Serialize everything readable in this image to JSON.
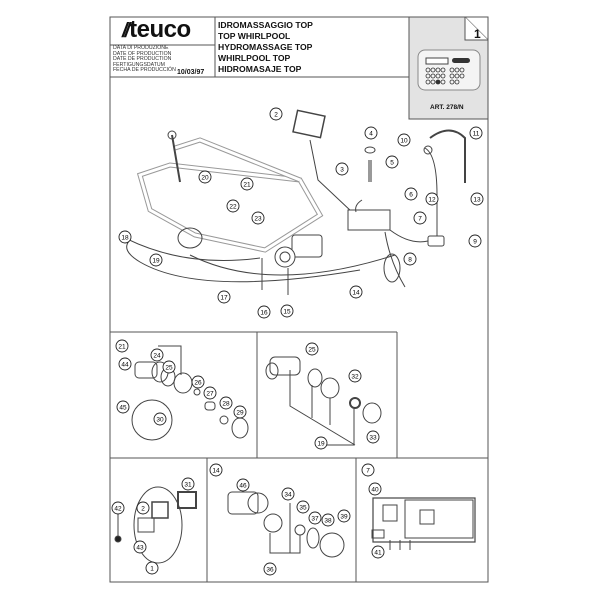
{
  "header": {
    "brand": "teuco",
    "production_date_labels": [
      "DATA DI PRODUZIONE",
      "DATE OF PRODUCTION",
      "DATE DE PRODUCTION",
      "FERTIGUNGSDATUM",
      "FECHA DE PRODUCCIÓN"
    ],
    "production_date": "10/03/97",
    "titles": [
      "IDROMASSAGGIO TOP",
      "TOP WHIRLPOOL",
      "HYDROMASSAGE TOP",
      "WHIRLPOOL TOP",
      "HIDROMASAJE TOP"
    ],
    "page_number": "1",
    "article": "ART. 278/N"
  },
  "callouts": {
    "main": [
      "2",
      "3",
      "4",
      "5",
      "6",
      "7",
      "8",
      "9",
      "10",
      "11",
      "12",
      "13",
      "14",
      "15",
      "16",
      "17",
      "18",
      "19",
      "20",
      "21",
      "22",
      "23"
    ],
    "detail_jet": [
      "21",
      "44",
      "24",
      "25",
      "45",
      "30",
      "26",
      "27",
      "28",
      "29"
    ],
    "detail_suction": [
      "25",
      "32",
      "19",
      "33"
    ],
    "detail_panel": [
      "42",
      "2",
      "31",
      "43",
      "1"
    ],
    "detail_pump": [
      "14",
      "46",
      "34",
      "35",
      "37",
      "38",
      "39",
      "36"
    ],
    "detail_control": [
      "7",
      "40",
      "41"
    ]
  }
}
